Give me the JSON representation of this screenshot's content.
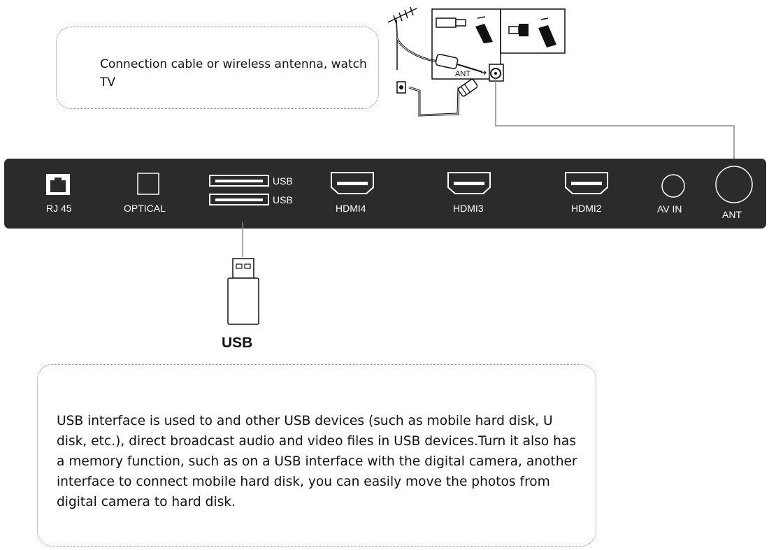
{
  "callouts": {
    "antenna_text": "Connection cable or wireless antenna, watch TV",
    "usb_text": "USB interface is used to and other USB devices (such as mobile hard disk, U disk, etc.), direct broadcast audio and video files in USB devices.Turn it also has a memory function, such as on a USB interface with the digital camera, another interface to connect mobile hard disk, you can easily move the photos from digital camera to hard disk."
  },
  "panel": {
    "background_color": "#2b2b2b",
    "ports": {
      "rj45": "RJ 45",
      "optical": "OPTICAL",
      "usb_top": "USB",
      "usb_bottom": "USB",
      "hdmi4": "HDMI4",
      "hdmi3": "HDMI3",
      "hdmi2": "HDMI2",
      "av_in": "AV IN",
      "ant": "ANT"
    }
  },
  "illustration": {
    "usb_device_label": "USB",
    "antenna_jack_label": "ANT"
  }
}
